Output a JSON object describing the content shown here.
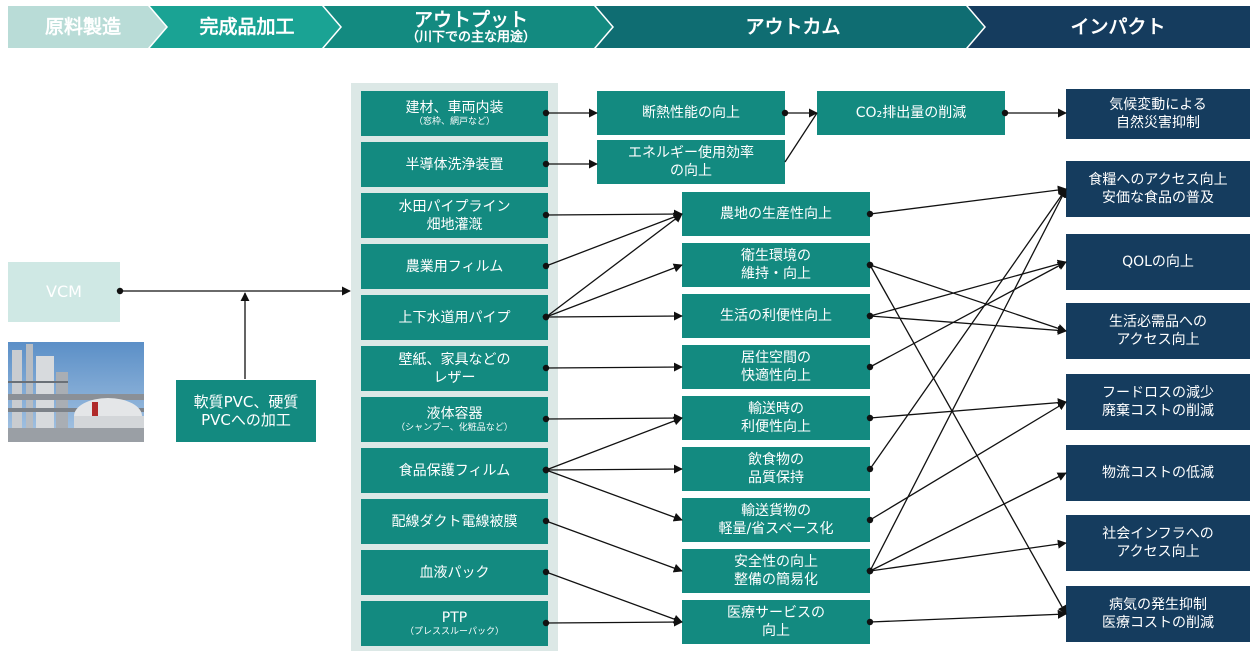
{
  "header": {
    "stage1": "原料製造",
    "stage2": "完成品加工",
    "stage3": "アウトプット",
    "stage3_sub": "（川下での主な用途）",
    "stage4": "アウトカム",
    "stage5": "インパクト"
  },
  "colors": {
    "teal": "#138a80",
    "navy": "#153c5e",
    "light": "#cfe8e4"
  },
  "raw": {
    "vcm": "VCM",
    "plant_photo": "plant-photo"
  },
  "processing": {
    "l1": "軟質PVC、硬質",
    "l2": "PVCへの加工"
  },
  "outputs": [
    {
      "l1": "建材、車両内装",
      "note": "（窓枠、網戸など）"
    },
    {
      "l1": "半導体洗浄装置"
    },
    {
      "l1": "水田パイプライン",
      "l2": "畑地灌漑"
    },
    {
      "l1": "農業用フィルム"
    },
    {
      "l1": "上下水道用パイプ"
    },
    {
      "l1": "壁紙、家具などの",
      "l2": "レザー"
    },
    {
      "l1": "液体容器",
      "note": "（シャンプー、化粧品など）"
    },
    {
      "l1": "食品保護フィルム"
    },
    {
      "l1": "配線ダクト電線被膜"
    },
    {
      "l1": "血液パック"
    },
    {
      "l1": "PTP",
      "note": "（プレススルーパック）"
    }
  ],
  "mid_outcomes": [
    {
      "l1": "断熱性能の向上"
    },
    {
      "l1": "エネルギー使用効率",
      "l2": "の向上"
    }
  ],
  "co2": {
    "l1": "CO₂排出量の削減"
  },
  "outcomes": [
    {
      "l1": "農地の生産性向上"
    },
    {
      "l1": "衛生環境の",
      "l2": "維持・向上"
    },
    {
      "l1": "生活の利便性向上"
    },
    {
      "l1": "居住空間の",
      "l2": "快適性向上"
    },
    {
      "l1": "輸送時の",
      "l2": "利便性向上"
    },
    {
      "l1": "飲食物の",
      "l2": "品質保持"
    },
    {
      "l1": "輸送貨物の",
      "l2": "軽量/省スペース化"
    },
    {
      "l1": "安全性の向上",
      "l2": "整備の簡易化"
    },
    {
      "l1": "医療サービスの",
      "l2": "向上"
    }
  ],
  "impacts": [
    {
      "l1": "気候変動による",
      "l2": "自然災害抑制"
    },
    {
      "l1": "食糧へのアクセス向上",
      "l2": "安価な食品の普及"
    },
    {
      "l1": "QOLの向上"
    },
    {
      "l1": "生活必需品への",
      "l2": "アクセス向上"
    },
    {
      "l1": "フードロスの減少",
      "l2": "廃棄コストの削減"
    },
    {
      "l1": "物流コストの低減"
    },
    {
      "l1": "社会インフラへの",
      "l2": "アクセス向上"
    },
    {
      "l1": "病気の発生抑制",
      "l2": "医療コストの削減"
    }
  ]
}
